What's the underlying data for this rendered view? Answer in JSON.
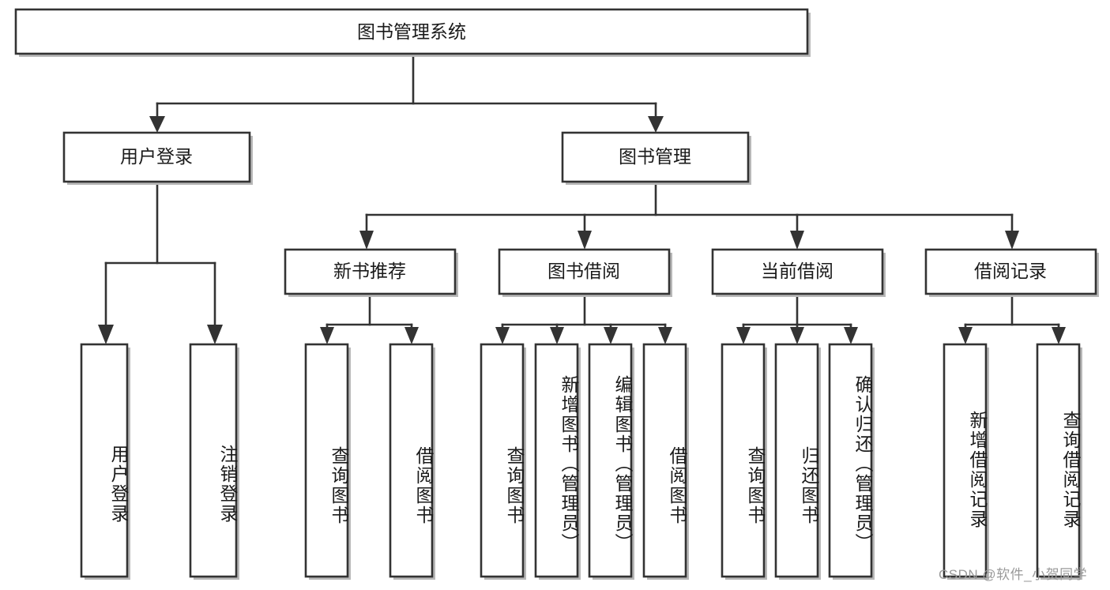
{
  "diagram": {
    "type": "tree",
    "title": "图书管理系统",
    "root": {
      "id": "root",
      "label": "图书管理系统",
      "orientation": "horizontal"
    },
    "level2": [
      {
        "id": "user-login",
        "label": "用户登录",
        "orientation": "horizontal"
      },
      {
        "id": "book-management",
        "label": "图书管理",
        "orientation": "horizontal"
      }
    ],
    "level3": [
      {
        "id": "new-book-recommend",
        "label": "新书推荐",
        "orientation": "horizontal",
        "parent": "book-management"
      },
      {
        "id": "book-borrow",
        "label": "图书借阅",
        "orientation": "horizontal",
        "parent": "book-management"
      },
      {
        "id": "current-borrow",
        "label": "当前借阅",
        "orientation": "horizontal",
        "parent": "book-management"
      },
      {
        "id": "borrow-record",
        "label": "借阅记录",
        "orientation": "horizontal",
        "parent": "book-management"
      }
    ],
    "leaves": [
      {
        "id": "leaf-user-login",
        "label": "用户登录",
        "orientation": "vertical",
        "parent": "user-login"
      },
      {
        "id": "leaf-user-logout",
        "label": "注销登录",
        "orientation": "vertical",
        "parent": "user-login"
      },
      {
        "id": "leaf-query-book-1",
        "label": "查询图书",
        "orientation": "vertical",
        "parent": "new-book-recommend"
      },
      {
        "id": "leaf-borrow-book-1",
        "label": "借阅图书",
        "orientation": "vertical",
        "parent": "new-book-recommend"
      },
      {
        "id": "leaf-query-book-2",
        "label": "查询图书",
        "orientation": "vertical",
        "parent": "book-borrow"
      },
      {
        "id": "leaf-add-book",
        "label": "新增图书（管理员）",
        "orientation": "vertical",
        "parent": "book-borrow"
      },
      {
        "id": "leaf-edit-book",
        "label": "编辑图书（管理员）",
        "orientation": "vertical",
        "parent": "book-borrow"
      },
      {
        "id": "leaf-borrow-book-2",
        "label": "借阅图书",
        "orientation": "vertical",
        "parent": "book-borrow"
      },
      {
        "id": "leaf-query-book-3",
        "label": "查询图书",
        "orientation": "vertical",
        "parent": "current-borrow"
      },
      {
        "id": "leaf-return-book",
        "label": "归还图书",
        "orientation": "vertical",
        "parent": "current-borrow"
      },
      {
        "id": "leaf-confirm-return",
        "label": "确认归还（管理员）",
        "orientation": "vertical",
        "parent": "current-borrow"
      },
      {
        "id": "leaf-add-record",
        "label": "新增借阅记录",
        "orientation": "vertical",
        "parent": "borrow-record"
      },
      {
        "id": "leaf-query-record",
        "label": "查询借阅记录",
        "orientation": "vertical",
        "parent": "borrow-record"
      }
    ],
    "colors": {
      "box_fill": "#ffffff",
      "box_stroke": "#333333",
      "connector": "#333333",
      "text": "#1a1a1a",
      "watermark": "#9a9a9a",
      "background": "#ffffff"
    }
  },
  "watermark": {
    "text": "CSDN @软件_小贺同学"
  }
}
